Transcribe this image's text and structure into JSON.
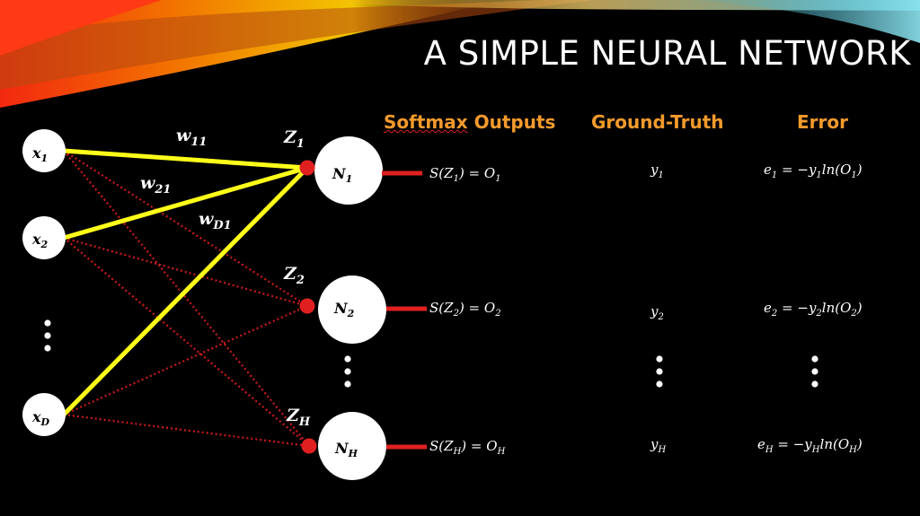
{
  "title": "A SIMPLE NEURAL NETWORK",
  "headers": {
    "softmax_word": "Softmax",
    "softmax_rest": " Outputs",
    "ground_truth": "Ground-Truth",
    "error": "Error"
  },
  "inputs": [
    {
      "base": "x",
      "sub": "1"
    },
    {
      "base": "x",
      "sub": "2"
    },
    {
      "base": "x",
      "sub": "D"
    }
  ],
  "weights": [
    {
      "base": "w",
      "sub": "11"
    },
    {
      "base": "w",
      "sub": "21"
    },
    {
      "base": "w",
      "sub": "D1"
    }
  ],
  "z_labels": [
    {
      "base": "Z",
      "sub": "1"
    },
    {
      "base": "Z",
      "sub": "2"
    },
    {
      "base": "Z",
      "sub": "H"
    }
  ],
  "neurons": [
    {
      "base": "N",
      "sub": "1"
    },
    {
      "base": "N",
      "sub": "2"
    },
    {
      "base": "N",
      "sub": "H"
    }
  ],
  "outputs": [
    {
      "a": "S(Z",
      "sub1": "1",
      "b": ") = O",
      "sub2": "1"
    },
    {
      "a": "S(Z",
      "sub1": "2",
      "b": ") = O",
      "sub2": "2"
    },
    {
      "a": "S(Z",
      "sub1": "H",
      "b": ") = O",
      "sub2": "H"
    }
  ],
  "ground_truth": [
    {
      "base": "y",
      "sub": "1"
    },
    {
      "base": "y",
      "sub": "2"
    },
    {
      "base": "y",
      "sub": "H"
    }
  ],
  "errors": [
    {
      "e": "e",
      "esub": "1",
      "mid": " = −y",
      "ysub": "1",
      "tail": "ln(O",
      "osub": "1",
      "end": ")"
    },
    {
      "e": "e",
      "esub": "2",
      "mid": " = −y",
      "ysub": "2",
      "tail": "ln(O",
      "osub": "2",
      "end": ")"
    },
    {
      "e": "e",
      "esub": "H",
      "mid": " = −y",
      "ysub": "H",
      "tail": "ln(O",
      "osub": "H",
      "end": ")"
    }
  ],
  "colors": {
    "background": "#000000",
    "header": "#f39a2c",
    "active_edge": "#ffff1a",
    "inactive_edge": "#d11a1a",
    "output_bar": "#e02020",
    "node": "#ffffff"
  }
}
